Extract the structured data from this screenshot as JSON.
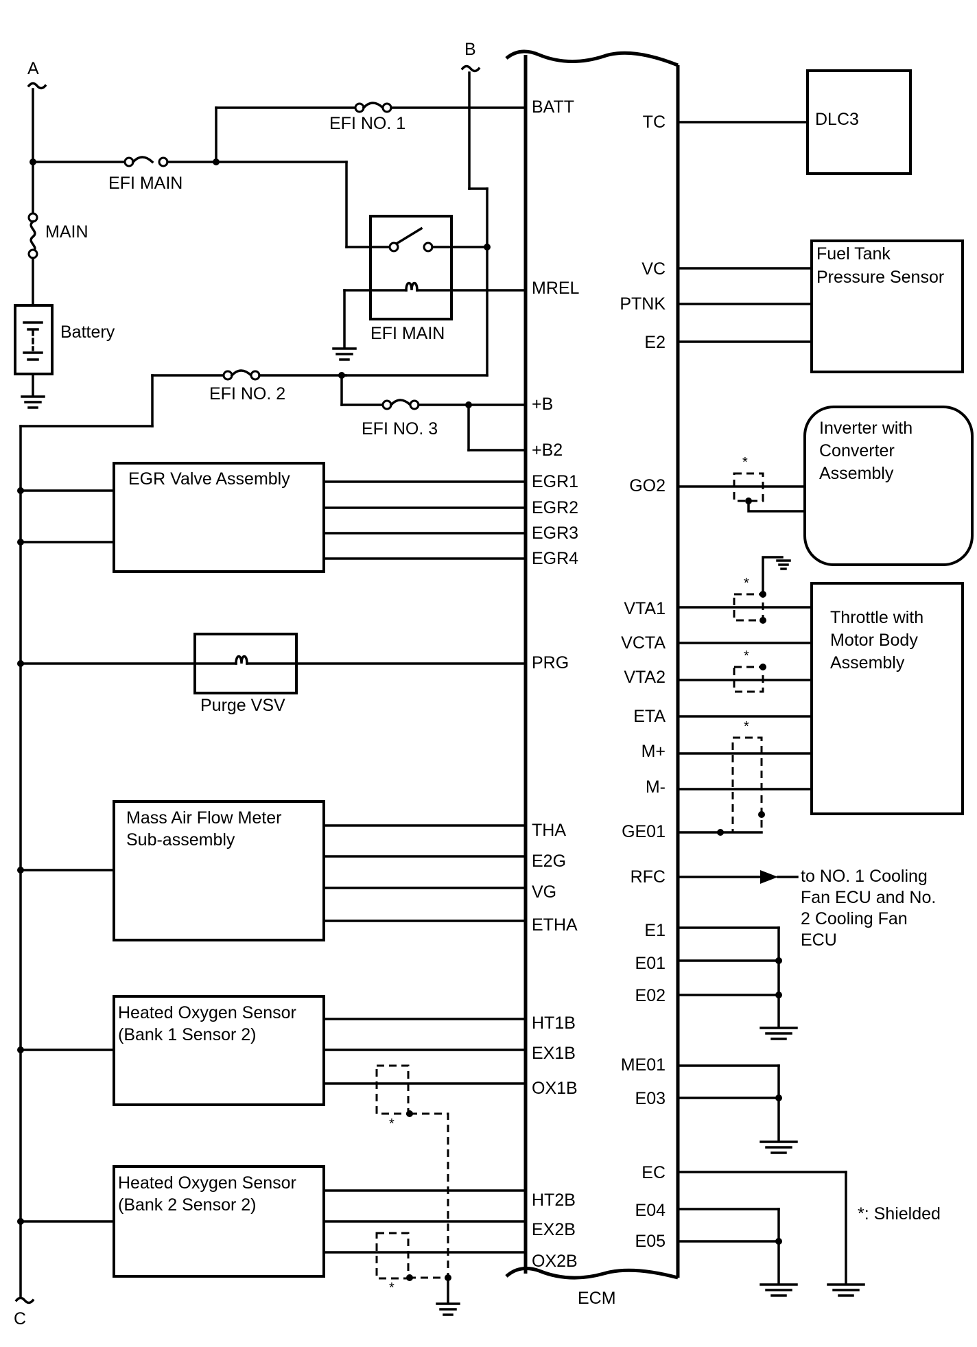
{
  "ecm": {
    "name": "ECM",
    "left_pins": [
      "BATT",
      "MREL",
      "+B",
      "+B2",
      "EGR1",
      "EGR2",
      "EGR3",
      "EGR4",
      "PRG",
      "THA",
      "E2G",
      "VG",
      "ETHA",
      "HT1B",
      "EX1B",
      "OX1B",
      "HT2B",
      "EX2B",
      "OX2B"
    ],
    "right_pins": [
      "TC",
      "VC",
      "PTNK",
      "E2",
      "GO2",
      "VTA1",
      "VCTA",
      "VTA2",
      "ETA",
      "M+",
      "M-",
      "GE01",
      "RFC",
      "E1",
      "E01",
      "E02",
      "ME01",
      "E03",
      "EC",
      "E04",
      "E05"
    ]
  },
  "connectors": {
    "a": "A",
    "b": "B",
    "c": "C"
  },
  "fuses": {
    "efi_no1": "EFI NO. 1",
    "efi_main": "EFI MAIN",
    "main": "MAIN",
    "efi_no2": "EFI NO. 2",
    "efi_no3": "EFI NO. 3"
  },
  "relay": {
    "label": "EFI MAIN"
  },
  "battery": {
    "label": "Battery"
  },
  "components": {
    "dlc3": [
      "DLC3"
    ],
    "fuel_tank": [
      "Fuel Tank",
      "Pressure Sensor"
    ],
    "inverter": [
      "Inverter with",
      "Converter",
      "Assembly"
    ],
    "throttle": [
      "Throttle with",
      "Motor Body",
      "Assembly"
    ],
    "egr": [
      "EGR Valve Assembly"
    ],
    "purge": [
      "Purge VSV"
    ],
    "maf": [
      "Mass Air Flow Meter",
      "Sub-assembly"
    ],
    "ho2_b1": [
      "Heated Oxygen Sensor",
      "(Bank 1 Sensor 2)"
    ],
    "ho2_b2": [
      "Heated Oxygen Sensor",
      "(Bank 2 Sensor 2)"
    ]
  },
  "fan_note": [
    "to NO. 1 Cooling",
    "Fan ECU and No.",
    "2 Cooling Fan",
    "ECU"
  ],
  "shield_mark": "*",
  "legend": "*: Shielded"
}
